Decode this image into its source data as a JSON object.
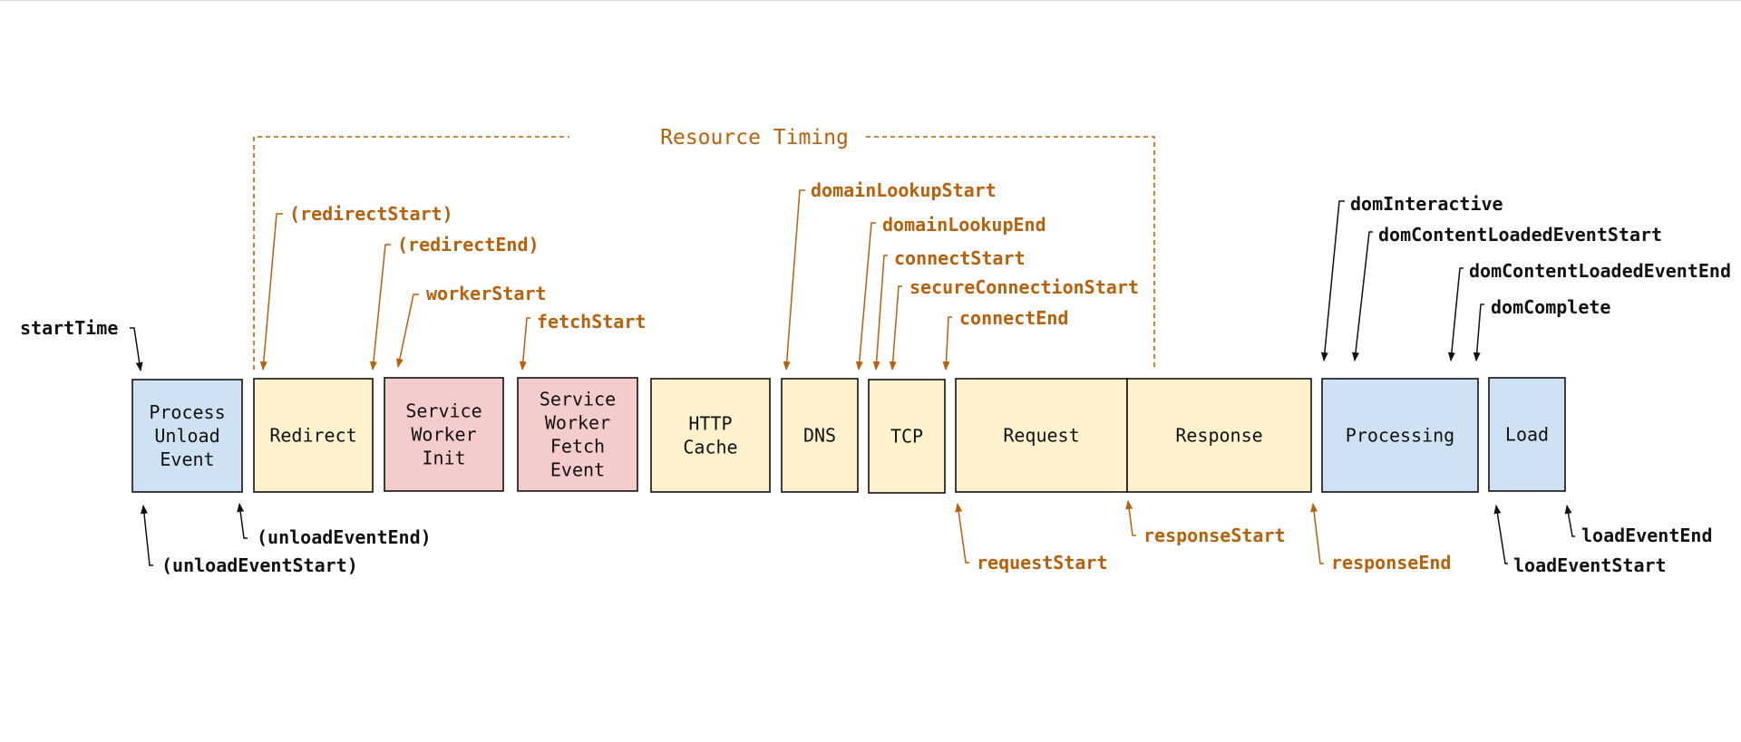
{
  "diagram": {
    "title": "Resource Timing",
    "colors": {
      "blue_fill": "#cfe2f3",
      "yellow_fill": "#fff2cc",
      "pink_fill": "#f4cccc",
      "orange": "#b8600a",
      "black": "#111111"
    },
    "boxes": [
      {
        "name": "box-process-unload-event",
        "lines": [
          "Process",
          "Unload",
          "Event"
        ],
        "color": "blue"
      },
      {
        "name": "box-redirect",
        "lines": [
          "Redirect"
        ],
        "color": "yellow"
      },
      {
        "name": "box-service-worker-init",
        "lines": [
          "Service",
          "Worker",
          "Init"
        ],
        "color": "pink"
      },
      {
        "name": "box-service-worker-fetch-event",
        "lines": [
          "Service",
          "Worker",
          "Fetch",
          "Event"
        ],
        "color": "pink"
      },
      {
        "name": "box-http-cache",
        "lines": [
          "HTTP",
          "Cache"
        ],
        "color": "yellow"
      },
      {
        "name": "box-dns",
        "lines": [
          "DNS"
        ],
        "color": "yellow"
      },
      {
        "name": "box-tcp",
        "lines": [
          "TCP"
        ],
        "color": "yellow"
      },
      {
        "name": "box-request",
        "lines": [
          "Request"
        ],
        "color": "yellow"
      },
      {
        "name": "box-response",
        "lines": [
          "Response"
        ],
        "color": "yellow"
      },
      {
        "name": "box-processing",
        "lines": [
          "Processing"
        ],
        "color": "blue"
      },
      {
        "name": "box-load",
        "lines": [
          "Load"
        ],
        "color": "blue"
      }
    ],
    "markers": {
      "startTime": "startTime",
      "unloadEventStart": "(unloadEventStart)",
      "unloadEventEnd": "(unloadEventEnd)",
      "redirectStart": "(redirectStart)",
      "redirectEnd": "(redirectEnd)",
      "workerStart": "workerStart",
      "fetchStart": "fetchStart",
      "domainLookupStart": "domainLookupStart",
      "domainLookupEnd": "domainLookupEnd",
      "connectStart": "connectStart",
      "secureConnectionStart": "secureConnectionStart",
      "connectEnd": "connectEnd",
      "requestStart": "requestStart",
      "responseStart": "responseStart",
      "responseEnd": "responseEnd",
      "domInteractive": "domInteractive",
      "domContentLoadedEventStart": "domContentLoadedEventStart",
      "domContentLoadedEventEnd": "domContentLoadedEventEnd",
      "domComplete": "domComplete",
      "loadEventStart": "loadEventStart",
      "loadEventEnd": "loadEventEnd"
    }
  }
}
